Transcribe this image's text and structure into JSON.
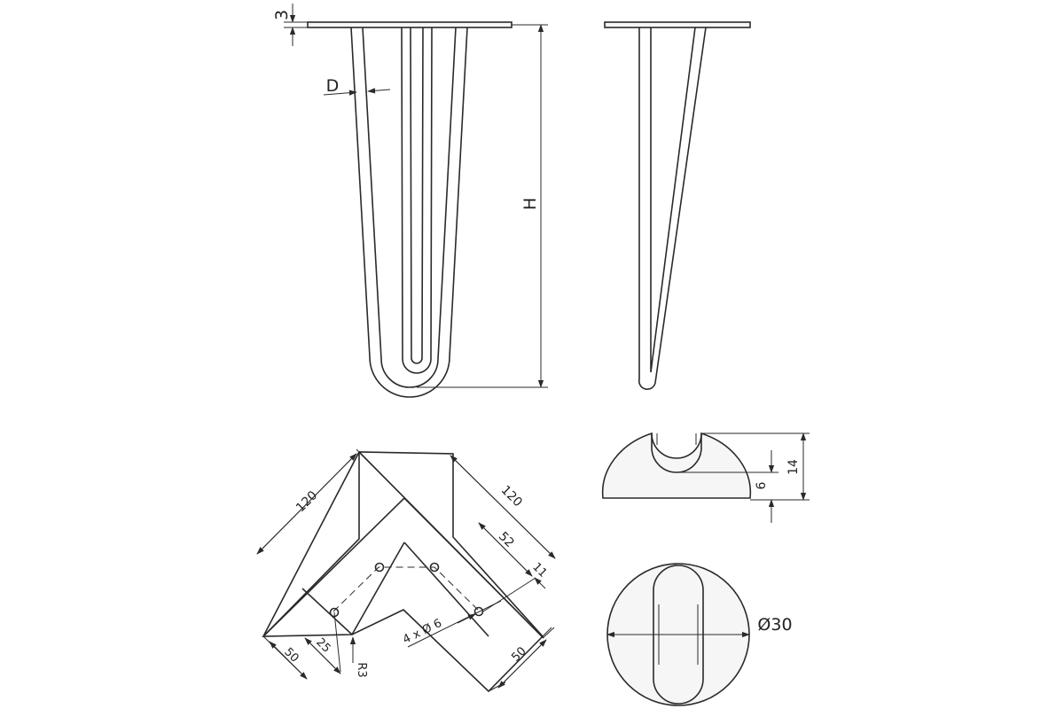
{
  "front_view": {
    "plate_thickness_label": "3",
    "rod_diameter_label": "D",
    "height_label": "H"
  },
  "top_view": {
    "leg_length_left_label": "120",
    "leg_length_right_label": "120",
    "hole_offset_label": "52",
    "hole_edge_label": "11",
    "holes_label": "4 x Ø 6",
    "width_left_label": "50",
    "hole_inner_left_label": "25",
    "radius_label": "R3",
    "width_right_label": "50"
  },
  "foot_section": {
    "total_height_label": "14",
    "slot_depth_label": "6"
  },
  "foot_plan": {
    "diameter_label": "Ø30"
  }
}
